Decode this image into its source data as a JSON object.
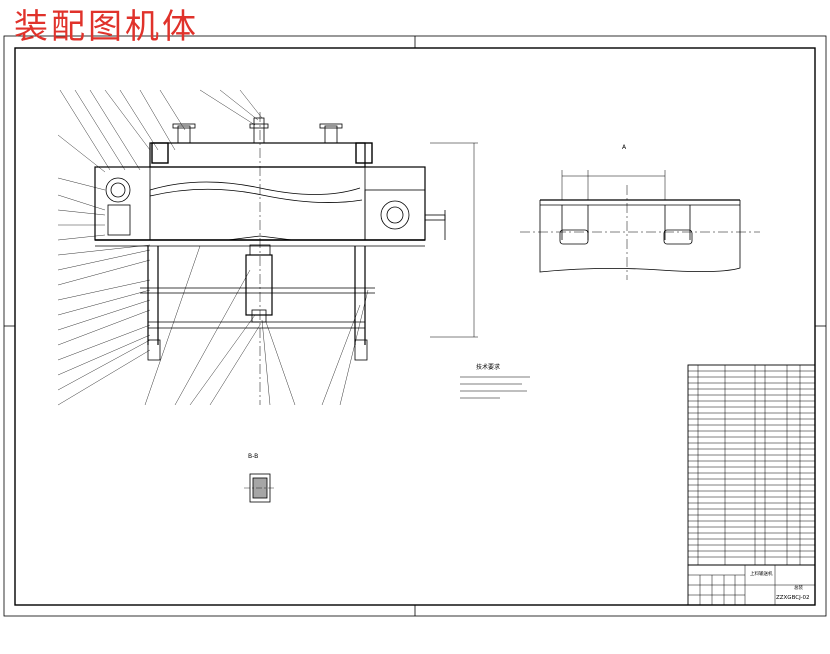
{
  "drawing": {
    "title": "装配图机体",
    "drawing_number": "ZZXGBCJ-02",
    "notes_title": "技术要求",
    "section_label_top": "A",
    "section_label_bottom": "B-B",
    "title_block_name": "上料输送机",
    "title_block_label": "总装"
  },
  "colors": {
    "line": "#000000",
    "title": "#e0322b",
    "background": "#ffffff"
  }
}
